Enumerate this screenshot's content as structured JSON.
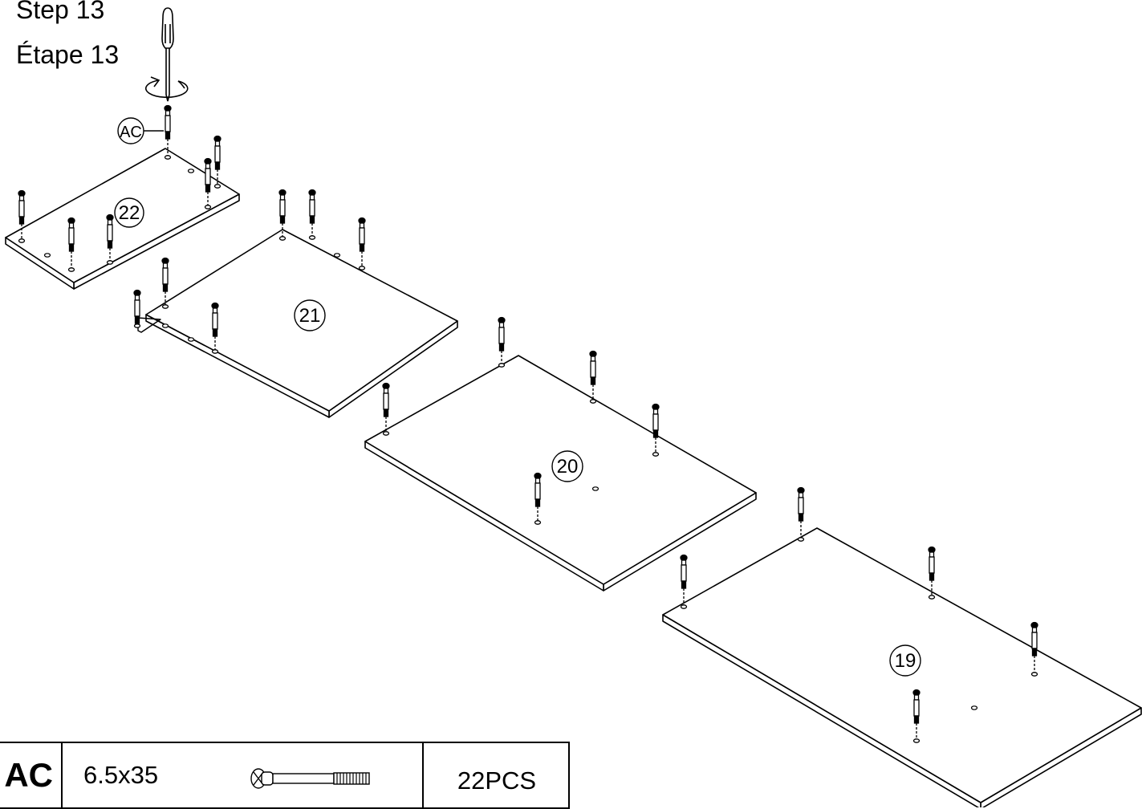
{
  "step": {
    "label_en": "Step 13",
    "label_fr": "Étape 13"
  },
  "callouts": {
    "hardware": "AC",
    "panels": [
      "22",
      "21",
      "20",
      "19"
    ]
  },
  "parts_table": {
    "code": "AC",
    "size": "6.5x35",
    "icon": "cam-dowel-screw-icon",
    "quantity": "22PCS"
  }
}
